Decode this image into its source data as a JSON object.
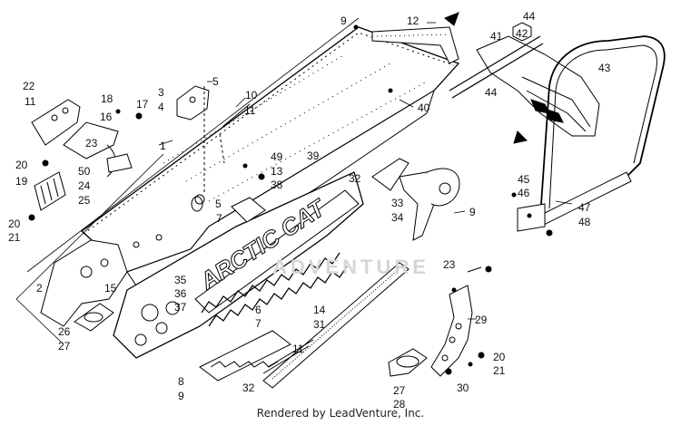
{
  "callouts": [
    {
      "id": "c1",
      "text": "1"
    },
    {
      "id": "c2",
      "text": "2"
    },
    {
      "id": "c3",
      "text": "3"
    },
    {
      "id": "c4",
      "text": "4"
    },
    {
      "id": "c5a",
      "text": "5"
    },
    {
      "id": "c5b",
      "text": "5"
    },
    {
      "id": "c6",
      "text": "6"
    },
    {
      "id": "c7a",
      "text": "7"
    },
    {
      "id": "c7b",
      "text": "7"
    },
    {
      "id": "c8",
      "text": "8"
    },
    {
      "id": "c9a",
      "text": "9"
    },
    {
      "id": "c9b",
      "text": "9"
    },
    {
      "id": "c9c",
      "text": "9"
    },
    {
      "id": "c10",
      "text": "10"
    },
    {
      "id": "c11a",
      "text": "11"
    },
    {
      "id": "c11b",
      "text": "11"
    },
    {
      "id": "c11c",
      "text": "11"
    },
    {
      "id": "c12",
      "text": "12"
    },
    {
      "id": "c13",
      "text": "13"
    },
    {
      "id": "c14",
      "text": "14"
    },
    {
      "id": "c15",
      "text": "15"
    },
    {
      "id": "c16",
      "text": "16"
    },
    {
      "id": "c17",
      "text": "17"
    },
    {
      "id": "c18",
      "text": "18"
    },
    {
      "id": "c19",
      "text": "19"
    },
    {
      "id": "c20a",
      "text": "20"
    },
    {
      "id": "c20b",
      "text": "20"
    },
    {
      "id": "c20c",
      "text": "20"
    },
    {
      "id": "c21a",
      "text": "21"
    },
    {
      "id": "c21b",
      "text": "21"
    },
    {
      "id": "c22",
      "text": "22"
    },
    {
      "id": "c23a",
      "text": "23"
    },
    {
      "id": "c23b",
      "text": "23"
    },
    {
      "id": "c24",
      "text": "24"
    },
    {
      "id": "c25",
      "text": "25"
    },
    {
      "id": "c26",
      "text": "26"
    },
    {
      "id": "c27a",
      "text": "27"
    },
    {
      "id": "c27b",
      "text": "27"
    },
    {
      "id": "c28",
      "text": "28"
    },
    {
      "id": "c29",
      "text": "29"
    },
    {
      "id": "c30",
      "text": "30"
    },
    {
      "id": "c31",
      "text": "31"
    },
    {
      "id": "c32a",
      "text": "32"
    },
    {
      "id": "c32b",
      "text": "32"
    },
    {
      "id": "c33",
      "text": "33"
    },
    {
      "id": "c34",
      "text": "34"
    },
    {
      "id": "c35",
      "text": "35"
    },
    {
      "id": "c36",
      "text": "36"
    },
    {
      "id": "c37",
      "text": "37"
    },
    {
      "id": "c38",
      "text": "38"
    },
    {
      "id": "c39",
      "text": "39"
    },
    {
      "id": "c40",
      "text": "40"
    },
    {
      "id": "c41",
      "text": "41"
    },
    {
      "id": "c42",
      "text": "42"
    },
    {
      "id": "c43",
      "text": "43"
    },
    {
      "id": "c44a",
      "text": "44"
    },
    {
      "id": "c44b",
      "text": "44"
    },
    {
      "id": "c45",
      "text": "45"
    },
    {
      "id": "c46",
      "text": "46"
    },
    {
      "id": "c47",
      "text": "47"
    },
    {
      "id": "c48",
      "text": "48"
    },
    {
      "id": "c49",
      "text": "49"
    },
    {
      "id": "c50",
      "text": "50"
    }
  ],
  "brand_text": "ARCTIC CAT",
  "watermark": "ADVENTURE",
  "footer_text": "Rendered by LeadVenture, Inc."
}
